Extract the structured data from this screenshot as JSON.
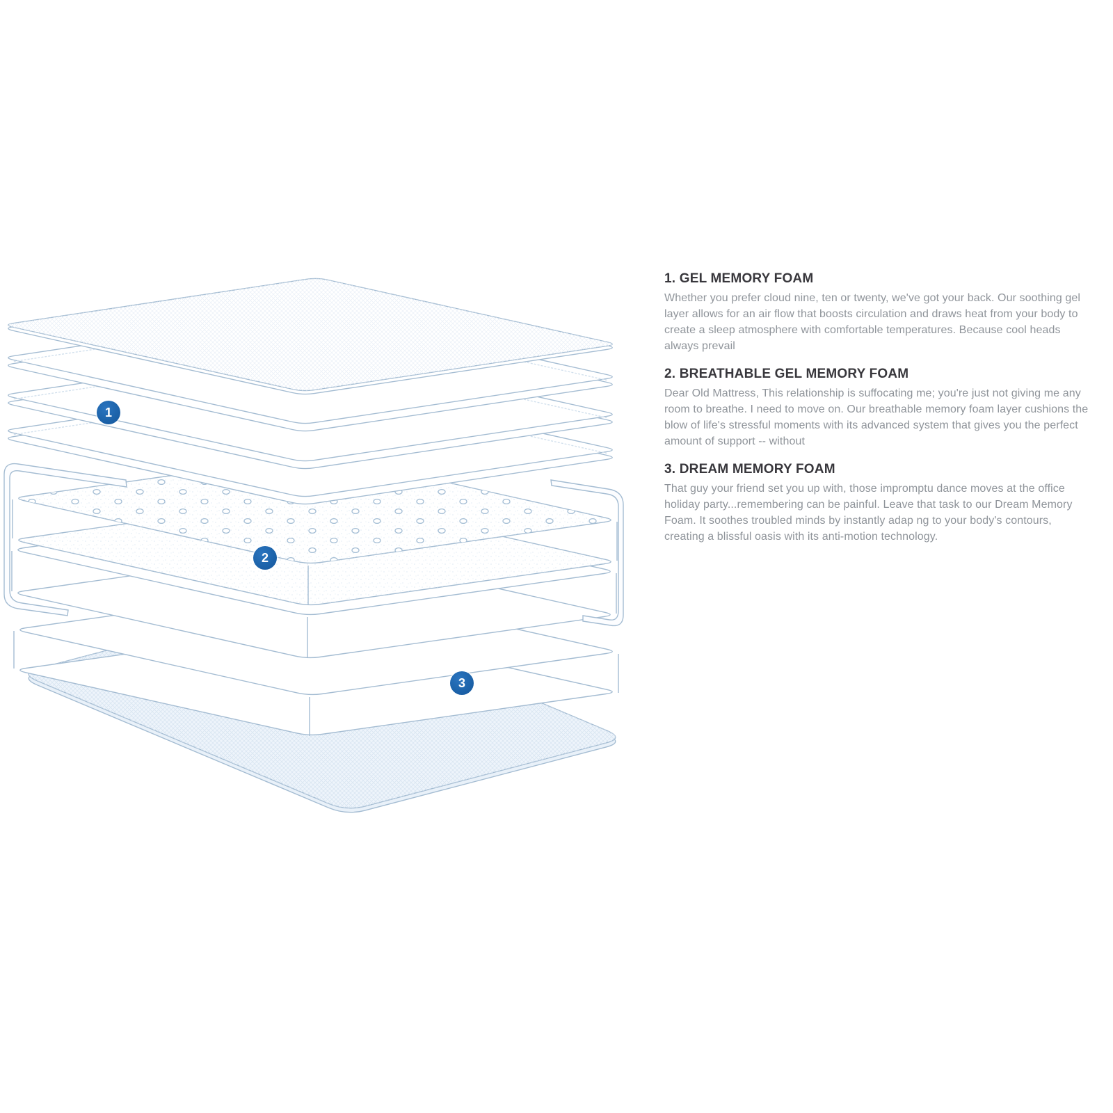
{
  "diagram": {
    "description": "Exploded isometric view of mattress layers",
    "line_color": "#a4bcd2",
    "marker_color": "#1d64ab",
    "markers": [
      {
        "label": "1"
      },
      {
        "label": "2"
      },
      {
        "label": "3"
      }
    ]
  },
  "sections": [
    {
      "heading": "1. GEL MEMORY FOAM",
      "body": "Whether you prefer cloud nine, ten or twenty, we've got your back. Our soothing gel layer allows for an air flow that boosts circulation and draws heat from your body to create a sleep atmosphere with comfortable temperatures. Because cool heads always prevail"
    },
    {
      "heading": "2. BREATHABLE GEL MEMORY FOAM",
      "body": "Dear Old Mattress, This relationship is suffocating me; you're just not giving me any room to breathe. I need to move on. Our breathable memory foam layer cushions the blow of life's stressful moments with its advanced system that gives you the perfect amount of support -- without"
    },
    {
      "heading": "3. DREAM MEMORY FOAM",
      "body": "That guy your friend set you up with, those impromptu dance moves at the office holiday party...remembering can be painful. Leave that task to our Dream Memory Foam. It soothes troubled minds by instantly adap ng to your body's contours, creating a blissful oasis with its anti-motion technology."
    }
  ]
}
